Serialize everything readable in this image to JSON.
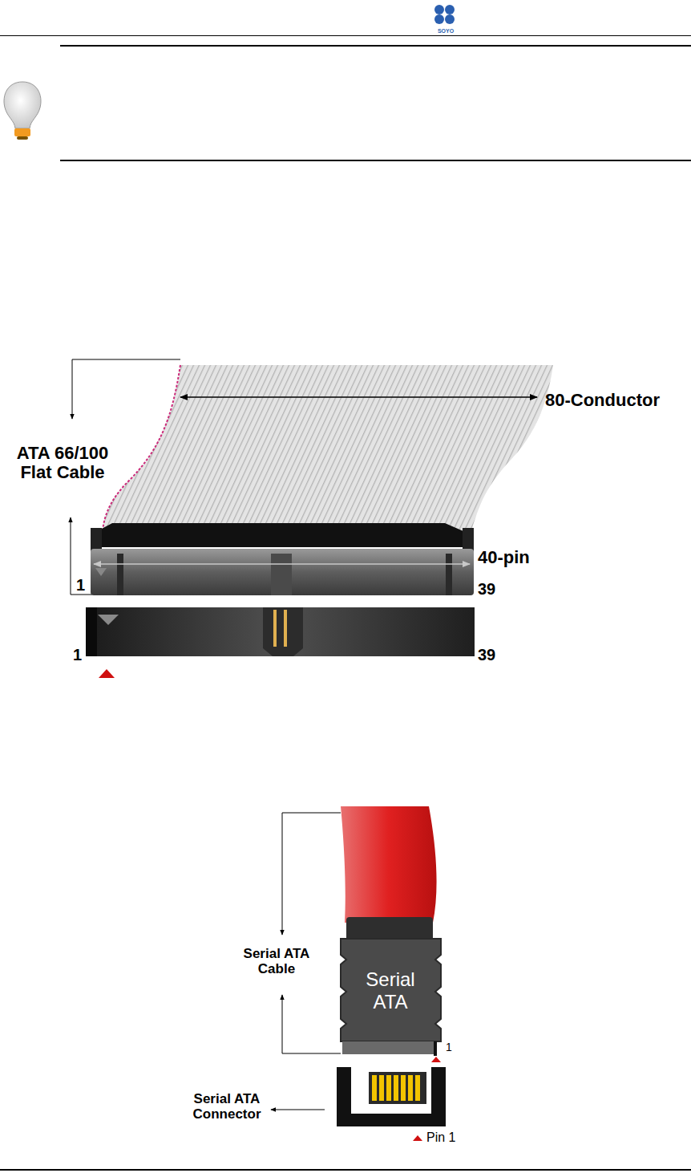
{
  "diagram": {
    "nodes": [
      {
        "text": [
          "Serial ATA"
        ]
      }
    ],
    "labels": [
      "SOYO",
      "80-Conductor",
      "ATA 66/100 Flat Cable",
      "40-pin",
      "1",
      "39",
      "1",
      "39",
      "Serial ATA Cable",
      "1",
      "Serial ATA Connector",
      "Pin 1"
    ]
  }
}
